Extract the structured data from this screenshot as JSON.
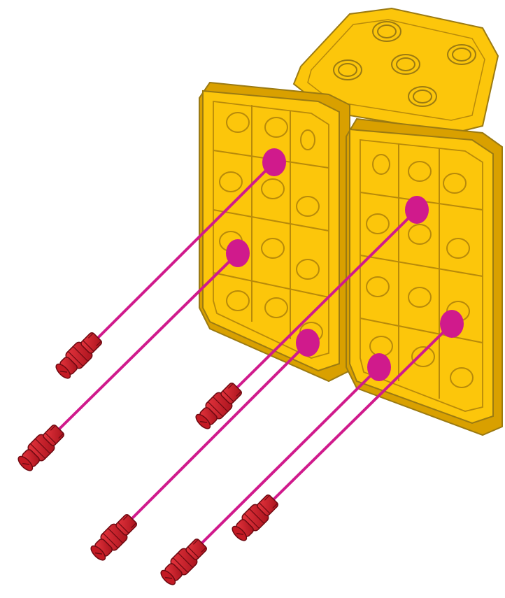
{
  "diagram": {
    "kind": "assembly-instruction",
    "colors": {
      "beam": "#FCC60B",
      "beam_dark": "#D9A000",
      "beam_outline": "#9B7A12",
      "pin": "#D21F2C",
      "pin_dark": "#8E0F18",
      "guide": "#D01A8C",
      "hole_target": "#D01A8C",
      "background": "#FFFFFF"
    },
    "parts": [
      {
        "id": "top-plate",
        "type": "2x3 plate"
      },
      {
        "id": "left-beam-plate",
        "type": "2x4 beam plate"
      },
      {
        "id": "right-beam-plate",
        "type": "2x4 beam plate"
      },
      {
        "id": "pins",
        "type": "capped pin",
        "count": 6
      }
    ],
    "steps": {
      "pins_to_insert": 6
    }
  }
}
